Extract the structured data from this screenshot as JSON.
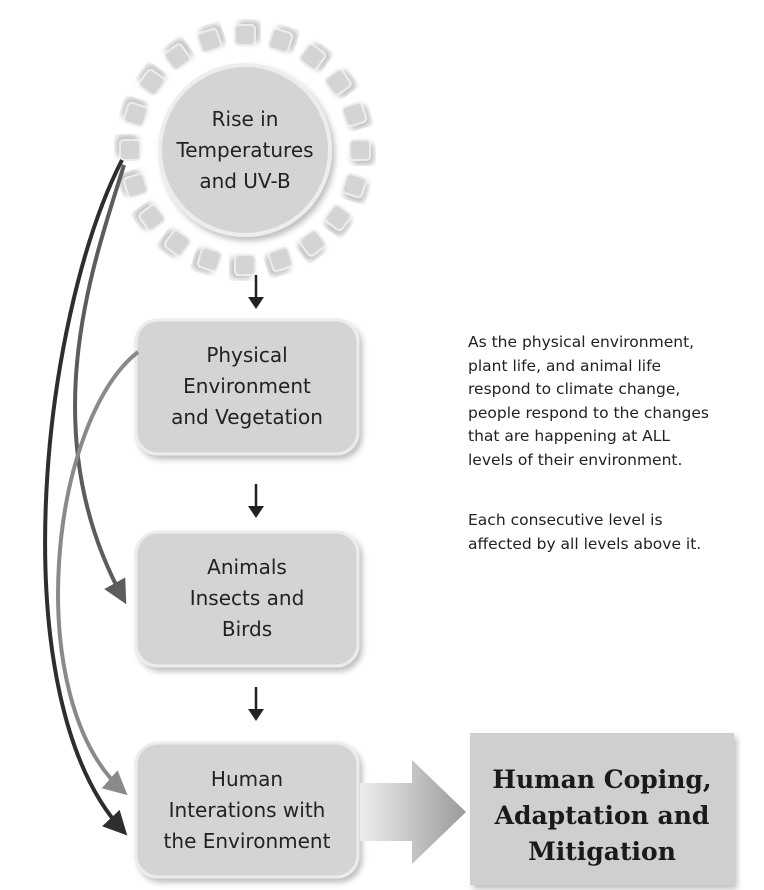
{
  "diagram": {
    "sun": {
      "lines": [
        "Rise in",
        "Temperatures",
        "and UV-B"
      ]
    },
    "boxes": [
      {
        "id": "physical",
        "lines": [
          "Physical",
          "Environment",
          "and Vegetation"
        ]
      },
      {
        "id": "animals",
        "lines": [
          "Animals",
          "Insects and",
          "Birds"
        ]
      },
      {
        "id": "human",
        "lines": [
          "Human",
          "Interations with",
          "the Environment"
        ]
      }
    ],
    "outcome": {
      "lines": [
        "Human Coping,",
        "Adaptation and",
        "Mitigation"
      ]
    },
    "notes": [
      {
        "lines": [
          "As the physical environment,",
          "plant life, and animal life",
          "respond to climate change,",
          "people respond to the changes",
          "that are happening at ALL",
          "levels of their environment."
        ]
      },
      {
        "lines": [
          "Each consecutive level is",
          "affected by all levels above it."
        ]
      }
    ],
    "colors": {
      "box_fill": "#d4d4d4",
      "box_stroke": "#e9e9e9",
      "outcome_fill": "#cfcfcf",
      "arrow_dark": "#2e2e2e",
      "arrow_mid": "#5c5c5c",
      "arrow_light": "#8a8a8a"
    }
  }
}
